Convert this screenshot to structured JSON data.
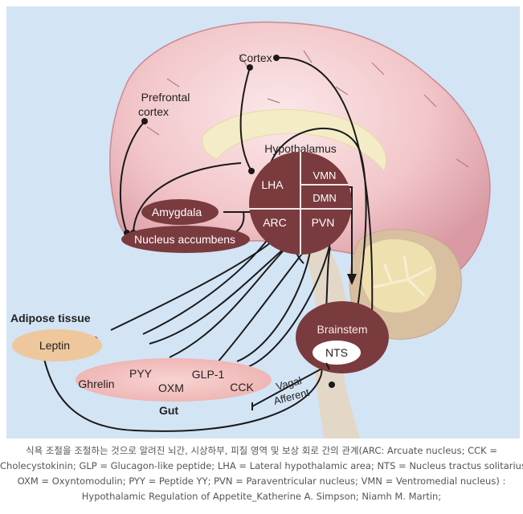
{
  "colors": {
    "background": "#d3e4f5",
    "brain": "#f2c6c9",
    "brain_shadow": "#d99aa3",
    "nucleus": "#7a3b3f",
    "adipose": "#eec79c",
    "gut": "#f2c0be",
    "cerebellum": "#efe0b0",
    "line": "#1a1a1a"
  },
  "diagram": {
    "regions": {
      "cortex": "Cortex",
      "prefrontal_1": "Prefrontal",
      "prefrontal_2": "cortex",
      "hypothalamus": "Hypothalamus",
      "lha": "LHA",
      "vmn": "VMN",
      "dmn": "DMN",
      "arc": "ARC",
      "pvn": "PVN",
      "amygdala": "Amygdala",
      "nucleus_accumbens": "Nucleus accumbens",
      "brainstem": "Brainstem",
      "nts": "NTS"
    },
    "adipose": {
      "title": "Adipose tissue",
      "leptin": "Leptin"
    },
    "gut": {
      "title": "Gut",
      "hormones": [
        "Ghrelin",
        "PYY",
        "OXM",
        "GLP-1",
        "CCK"
      ]
    },
    "vagal_1": "Vagal",
    "vagal_2": "Afferent"
  },
  "caption": {
    "lines": [
      "식욕 조절을 조절하는 것으로 알려진 뇌간, 시상하부, 피질 영역 및 보상 회로 간의 관계(ARC: Arcuate nucleus; CCK =",
      "Cholecystokinin; GLP = Glucagon-like peptide; LHA = Lateral hypothalamic area; NTS = Nucleus tractus solitarius;",
      "OXM = Oxyntomodulin; PYY = Peptide YY; PVN = Paraventricular nucleus; VMN = Ventromedial nucleus) :",
      "Hypothalamic Regulation of Appetite_Katherine A. Simpson; Niamh M. Martin;"
    ]
  }
}
